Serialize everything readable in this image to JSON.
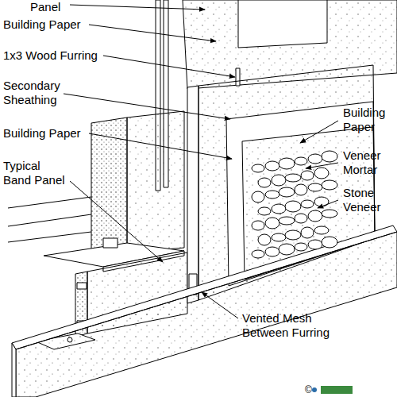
{
  "diagram": {
    "labels": [
      "Panel",
      "Building Paper",
      "1x3 Wood Furring",
      "Secondary Sheathing",
      "Building Paper",
      "Typical Band Panel",
      "Building Paper",
      "Veneer Mortar",
      "Stone Veneer",
      "Vented Mesh Between Furring",
      "©"
    ]
  }
}
